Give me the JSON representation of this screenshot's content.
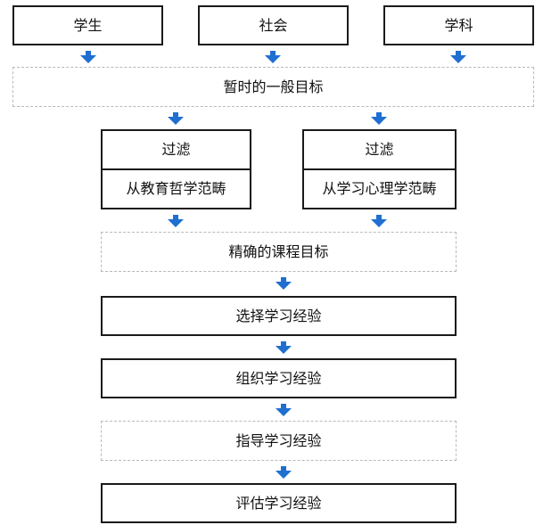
{
  "diagram": {
    "sources": {
      "student": "学生",
      "society": "社会",
      "subject": "学科"
    },
    "tentative_objectives": "暂时的一般目标",
    "filter_left": {
      "title": "过滤",
      "detail": "从教育哲学范畴"
    },
    "filter_right": {
      "title": "过滤",
      "detail": "从学习心理学范畴"
    },
    "precise_objectives": "精确的课程目标",
    "select_experiences": "选择学习经验",
    "organize_experiences": "组织学习经验",
    "guide_experiences": "指导学习经验",
    "evaluate_experiences": "评估学习经验"
  },
  "colors": {
    "arrow": "#1f6fd1",
    "solid_border": "#1a1a1a",
    "dashed_border": "#b9b9b9"
  }
}
